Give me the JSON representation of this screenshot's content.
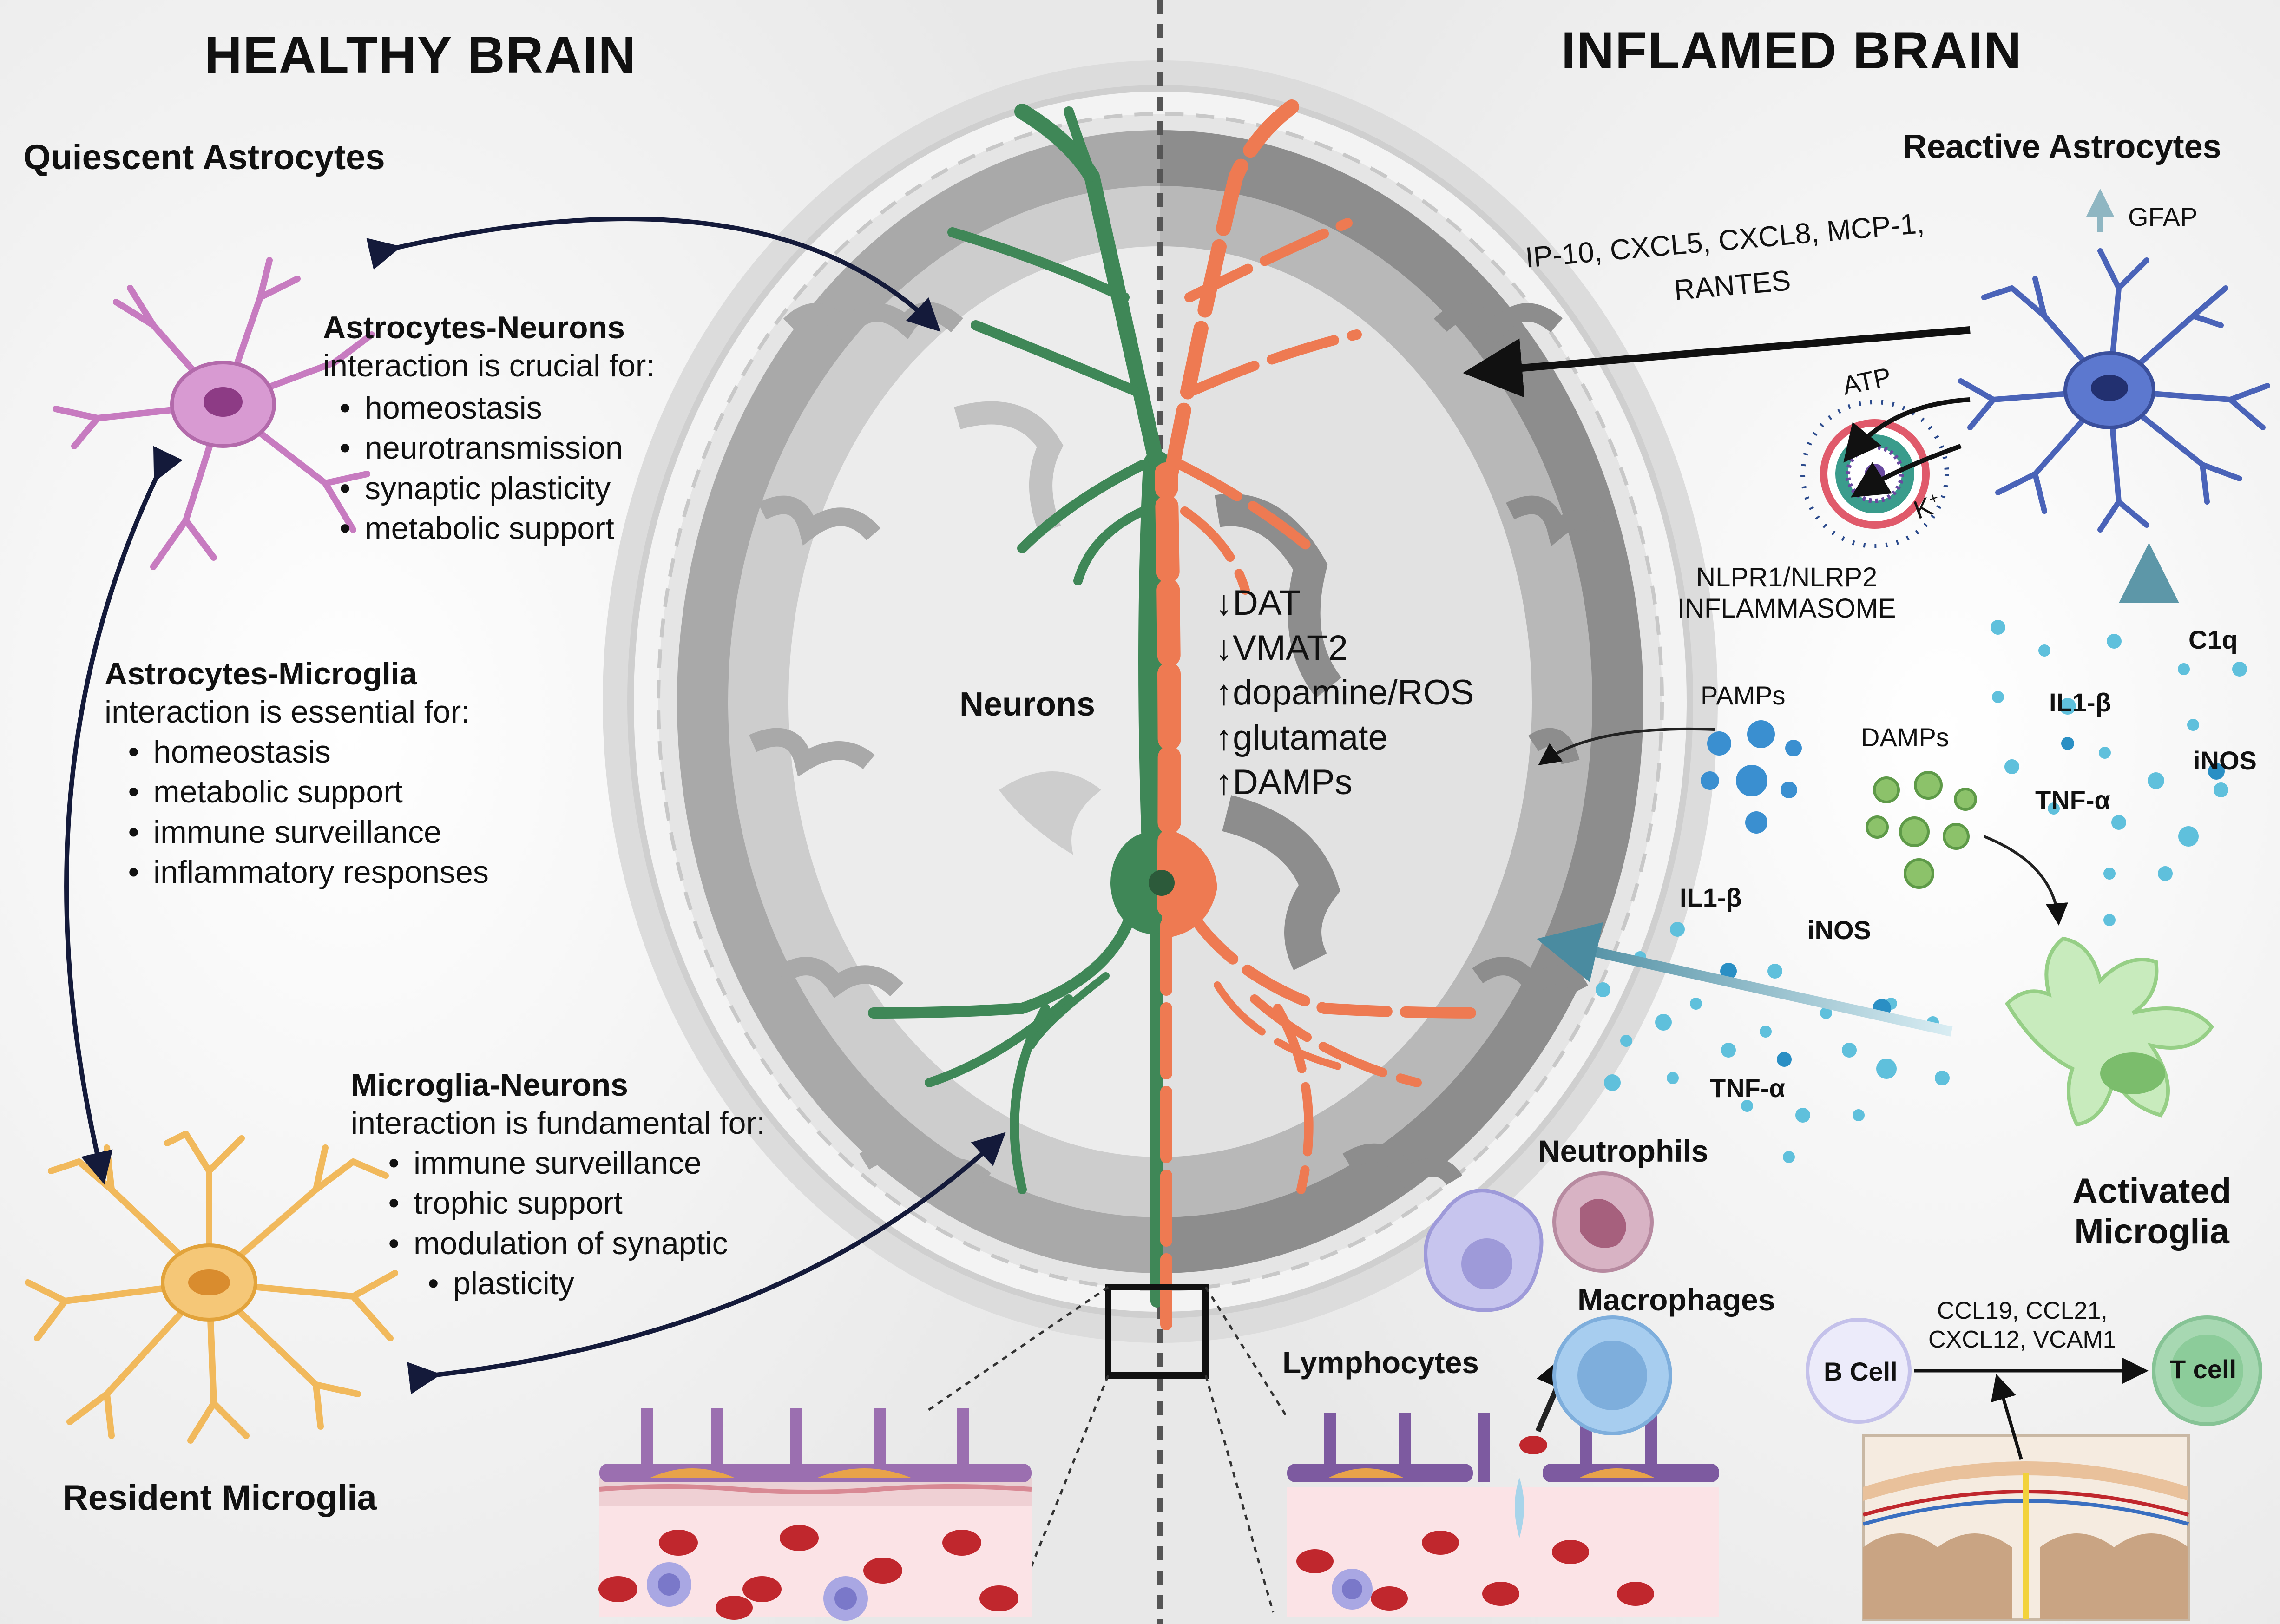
{
  "titles": {
    "healthy": "HEALTHY BRAIN",
    "inflamed": "INFLAMED BRAIN"
  },
  "left": {
    "quiescent": "Quiescent Astrocytes",
    "resident": "Resident Microglia",
    "astro_neurons": {
      "title": "Astrocytes-Neurons",
      "subtitle": "interaction is crucial for:",
      "items": [
        "homeostasis",
        "neurotransmission",
        "synaptic plasticity",
        "metabolic support"
      ]
    },
    "astro_microglia": {
      "title": "Astrocytes-Microglia",
      "subtitle": "interaction is essential for:",
      "items": [
        "homeostasis",
        "metabolic support",
        "immune surveillance",
        "inflammatory responses"
      ]
    },
    "microglia_neurons": {
      "title": "Microglia-Neurons",
      "subtitle": "interaction is fundamental for:",
      "items": [
        "immune surveillance",
        "trophic support",
        "modulation of synaptic",
        "plasticity"
      ]
    }
  },
  "center": {
    "neurons": "Neurons",
    "markers": [
      "↓DAT",
      "↓VMAT2",
      "↑dopamine/ROS",
      "↑glutamate",
      "↑DAMPs"
    ]
  },
  "right": {
    "reactive": "Reactive Astrocytes",
    "gfap": "GFAP",
    "chemokines_line1": "IP-10, CXCL5, CXCL8, MCP-1,",
    "chemokines_line2": "RANTES",
    "atp": "ATP",
    "k": "K",
    "k_sup": "+",
    "inflammasome_line1": "NLPR1/NLRP2",
    "inflammasome_line2": "INFLAMMASOME",
    "pamps": "PAMPs",
    "damps": "DAMPs",
    "c1q": "C1q",
    "il1b": "IL1-β",
    "inos": "iNOS",
    "tnfa": "TNF-α",
    "activated_line1": "Activated",
    "activated_line2": "Microglia",
    "neutrophils": "Neutrophils",
    "macrophages": "Macrophages",
    "lymphocytes": "Lymphocytes",
    "b_cell": "B Cell",
    "t_cell": "T cell",
    "ccl_line1": "CCL19, CCL21,",
    "ccl_line2": "CXCL12, VCAM1"
  },
  "colors": {
    "astrocyte_quiescent": "#c77bc0",
    "microglia_resident": "#f1b95c",
    "astrocyte_reactive": "#4a63b8",
    "microglia_activated": "#bfe3b4",
    "neuron_healthy": "#3f8757",
    "neuron_inflamed": "#ee7a52",
    "cytokine": "#5fc0dc",
    "arrow_teal": "#6fa3b3"
  }
}
